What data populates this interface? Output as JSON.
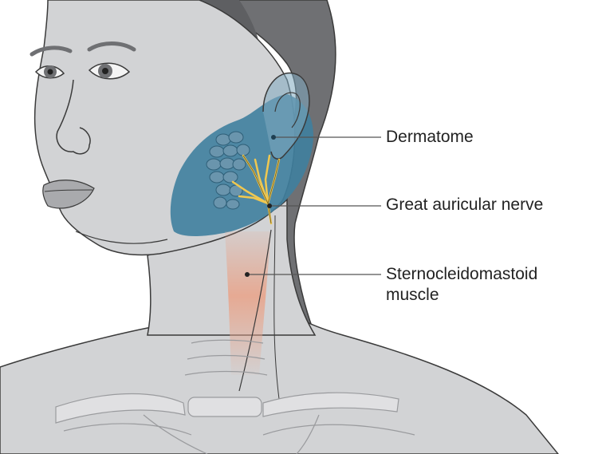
{
  "labels": {
    "dermatome": "Dermatome",
    "great_auricular_nerve": "Great auricular nerve",
    "sternocleidomastoid_line1": "Sternocleidomastoid",
    "sternocleidomastoid_line2": "muscle"
  },
  "colors": {
    "skin": "#d2d3d5",
    "skin_shadow": "#c4c5c7",
    "hair": "#6f7073",
    "hair_dark": "#5e5f62",
    "outline": "#3a3a3a",
    "dermatome": "#3f7f9f",
    "nerve": "#f0c850",
    "muscle": "#e8a58c",
    "bone": "#e4e4e6",
    "leader_line": "#555555",
    "text": "#222222"
  }
}
